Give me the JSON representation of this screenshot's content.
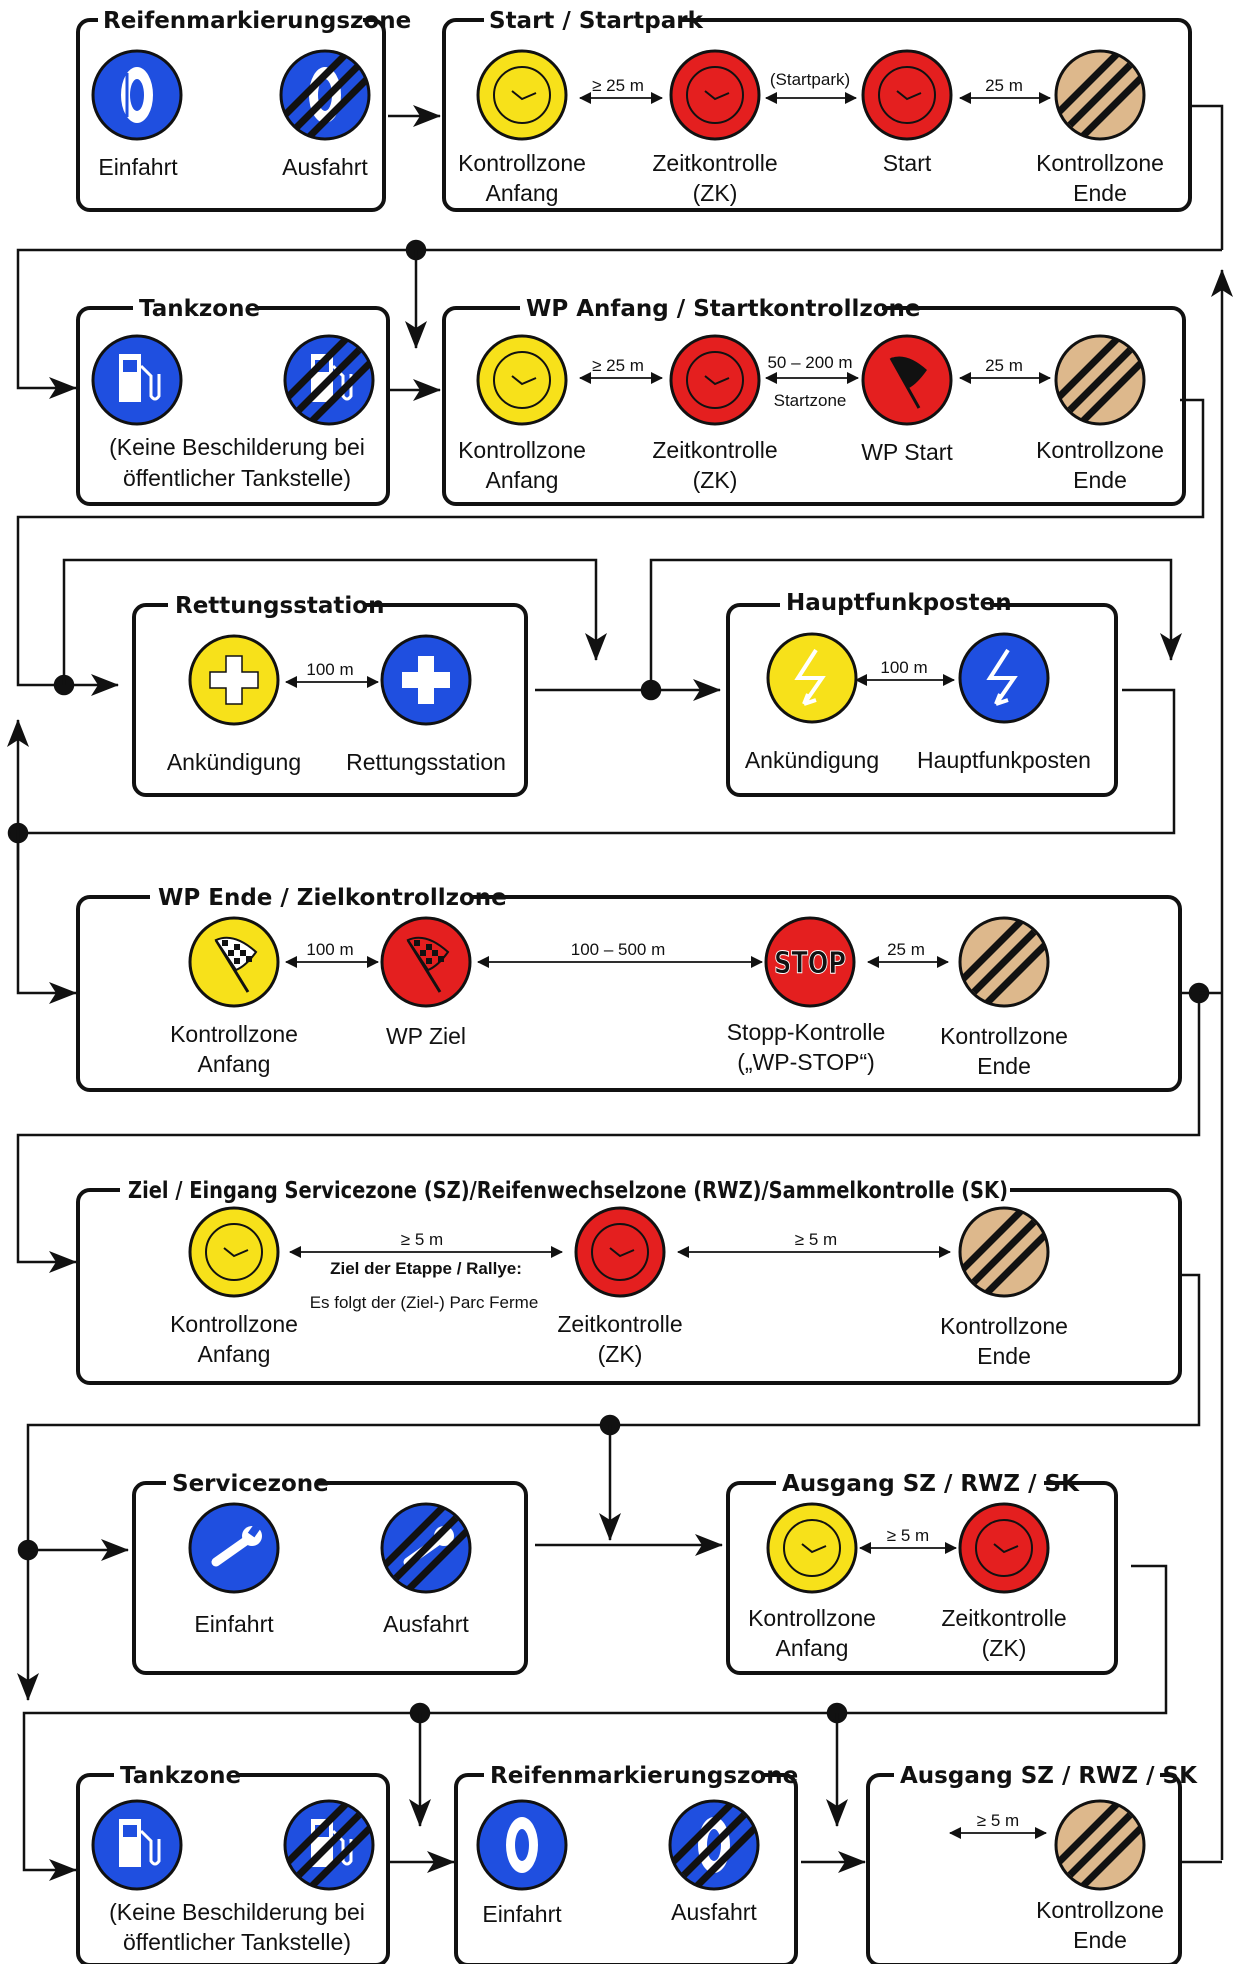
{
  "colors": {
    "blue": "#1f4fe0",
    "yellow": "#f7e11a",
    "red": "#e41f1f",
    "beige": "#ddb88c",
    "line": "#111111"
  },
  "zones": {
    "reifen1": {
      "title": "Reifenmarkierungszone",
      "labels": [
        "Einfahrt",
        "Ausfahrt"
      ]
    },
    "start": {
      "title": "Start / Startpark",
      "labels": [
        "Kontrollzone\nAnfang",
        "Zeitkontrolle\n(ZK)",
        "Start",
        "Kontrollzone\nEnde"
      ],
      "dists": [
        "≥ 25 m",
        "(Startpark)",
        "25 m"
      ]
    },
    "tank1": {
      "title": "Tankzone",
      "note": [
        "(Keine Beschilderung bei",
        "öffentlicher Tankstelle)"
      ]
    },
    "wpanfang": {
      "title": "WP Anfang / Startkontrollzone",
      "labels": [
        "Kontrollzone\nAnfang",
        "Zeitkontrolle\n(ZK)",
        "WP Start",
        "Kontrollzone\nEnde"
      ],
      "dists": [
        "≥ 25 m",
        "50 – 200 m",
        "25 m"
      ],
      "subdist": "Startzone"
    },
    "rettung": {
      "title": "Rettungsstation",
      "labels": [
        "Ankündigung",
        "Rettungsstation"
      ],
      "dists": [
        "100 m"
      ]
    },
    "funk": {
      "title": "Hauptfunkposten",
      "labels": [
        "Ankündigung",
        "Hauptfunkposten"
      ],
      "dists": [
        "100 m"
      ]
    },
    "wpende": {
      "title": "WP Ende / Zielkontrollzone",
      "labels": [
        "Kontrollzone\nAnfang",
        "WP Ziel",
        "Stopp-Kontrolle\n(„WP-STOP“)",
        "Kontrollzone\nEnde"
      ],
      "dists": [
        "100 m",
        "100 – 500 m",
        "25 m"
      ],
      "stop_text": "STOP"
    },
    "ziel": {
      "title": "Ziel / Eingang Servicezone (SZ)/Reifenwechselzone (RWZ)/Sammelkontrolle (SK)",
      "labels": [
        "Kontrollzone\nAnfang",
        "Zeitkontrolle\n(ZK)",
        "Kontrollzone\nEnde"
      ],
      "dists": [
        "≥ 5 m",
        "≥ 5 m"
      ],
      "note1": "Ziel der Etappe / Rallye:",
      "note2": "Es folgt der (Ziel-) Parc Ferme"
    },
    "service": {
      "title": "Servicezone",
      "labels": [
        "Einfahrt",
        "Ausfahrt"
      ]
    },
    "ausgang1": {
      "title": "Ausgang SZ / RWZ / SK",
      "labels": [
        "Kontrollzone\nAnfang",
        "Zeitkontrolle\n(ZK)"
      ],
      "dists": [
        "≥ 5 m"
      ]
    },
    "tank2": {
      "title": "Tankzone",
      "note": [
        "(Keine Beschilderung bei",
        "öffentlicher Tankstelle)"
      ]
    },
    "reifen2": {
      "title": "Reifenmarkierungszone",
      "labels": [
        "Einfahrt",
        "Ausfahrt"
      ]
    },
    "ausgang2": {
      "title": "Ausgang SZ / RWZ / SK",
      "labels": [
        "Kontrollzone\nEnde"
      ],
      "dists": [
        "≥ 5 m"
      ]
    }
  }
}
